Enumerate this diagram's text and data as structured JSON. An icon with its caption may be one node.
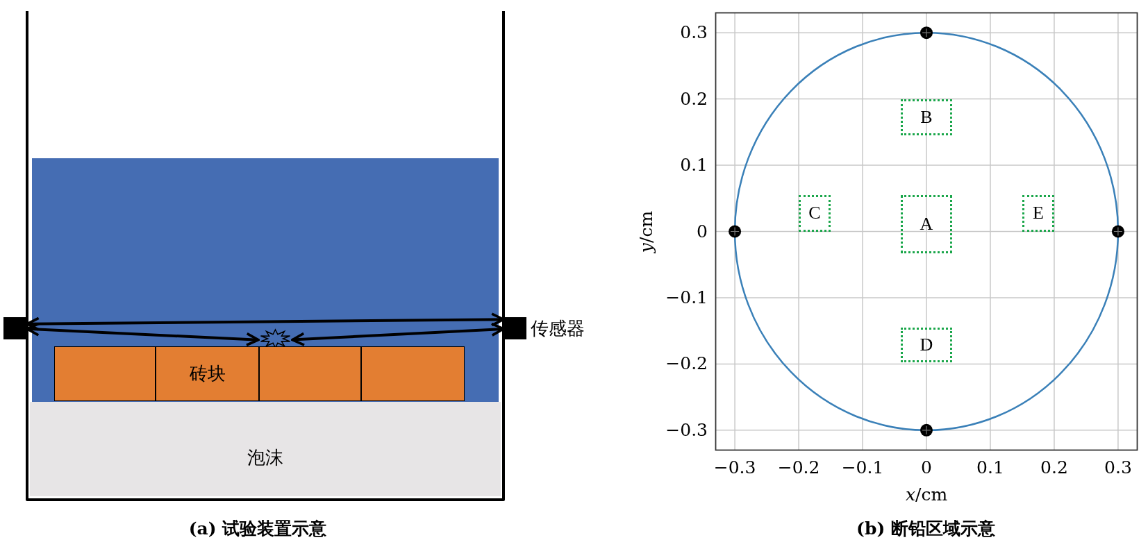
{
  "diagram": {
    "nodes": [
      {
        "text": [],
        "shape": "box"
      },
      {
        "text": [],
        "shape": "box",
        "beside": [
          "传感器"
        ]
      },
      {
        "text": [],
        "shape": "star"
      },
      {
        "text": [],
        "shape": "box"
      },
      {
        "text": [
          "砖块"
        ]
      },
      {
        "text": [],
        "shape": "box"
      },
      {
        "text": [],
        "shape": "box"
      },
      {
        "text": [
          "泡沫"
        ]
      },
      {
        "text": [
          "B"
        ]
      },
      {
        "text": [
          "C"
        ]
      },
      {
        "text": [
          "A"
        ]
      },
      {
        "text": [
          "E"
        ]
      },
      {
        "text": [
          "D"
        ]
      }
    ],
    "edges": [
      {
        "from": 0,
        "to": 1,
        "arrow": "both"
      },
      {
        "from": 0,
        "to": 2,
        "arrow": "both"
      },
      {
        "from": 2,
        "to": 1,
        "arrow": "both"
      }
    ],
    "labels": [
      "(a) 试验装置示意",
      "(b) 断铅区域示意"
    ],
    "chart_data": {
      "type": "scatter",
      "xlabel": "*x*/cm",
      "ylabel": "*y*/cm",
      "x": [
        0,
        -0.3,
        0.3,
        0
      ],
      "series": [
        {
          "color": "#000000",
          "values": [
            0.3,
            0,
            0,
            -0.3
          ]
        }
      ],
      "grid": true,
      "xlim": [
        -0.33,
        0.33
      ],
      "ylim": [
        -0.33,
        0.33
      ],
      "xticks": [
        {
          "value": -0.3,
          "label": "−0.3"
        },
        {
          "value": -0.2,
          "label": "−0.2"
        },
        {
          "value": -0.1,
          "label": "−0.1"
        },
        {
          "value": 0,
          "label": "0"
        },
        {
          "value": 0.1,
          "label": "0.1"
        },
        {
          "value": 0.2,
          "label": "0.2"
        },
        {
          "value": 0.3,
          "label": "0.3"
        }
      ],
      "yticks": [
        {
          "value": -0.3,
          "label": "−0.3"
        },
        {
          "value": -0.2,
          "label": "−0.2"
        },
        {
          "value": -0.1,
          "label": "−0.1"
        },
        {
          "value": 0,
          "label": "0"
        },
        {
          "value": 0.1,
          "label": "0.1"
        },
        {
          "value": 0.2,
          "label": "0.2"
        },
        {
          "value": 0.3,
          "label": "0.3"
        }
      ]
    }
  }
}
